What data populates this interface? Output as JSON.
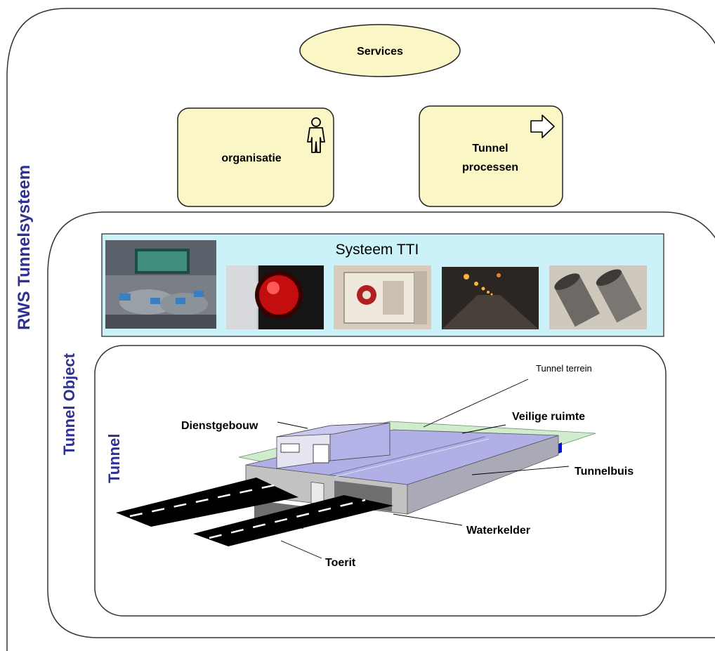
{
  "outer_frame": {
    "label": "RWS Tunnelsysteem"
  },
  "services": {
    "label": "Services"
  },
  "organisatie": {
    "label": "organisatie",
    "icon": "person-icon"
  },
  "tunnel_processen": {
    "line1": "Tunnel",
    "line2": "processen",
    "icon": "process-arrow-icon"
  },
  "tunnel_object_frame": {
    "label": "Tunnel Object"
  },
  "systeem_tti": {
    "title": "Systeem TTI",
    "photos": [
      "control-room-photo",
      "traffic-light-photo",
      "fire-hose-cabinet-photo",
      "tunnel-lighting-photo",
      "ventilation-pipes-photo"
    ]
  },
  "tunnel_frame": {
    "label": "Tunnel"
  },
  "tunnel_parts": {
    "tunnel_terrein": "Tunnel terrein",
    "dienstgebouw": "Dienstgebouw",
    "veilige_ruimte": "Veilige ruimte",
    "tunnelbuis": "Tunnelbuis",
    "waterkelder": "Waterkelder",
    "toerit": "Toerit"
  },
  "colors": {
    "frame_label": "#2e3192",
    "box_fill": "#fbf6c6",
    "tti_fill": "#ccf2f9",
    "tunnel_top": "#b0b0e6",
    "tunnel_side": "#c2c2c2",
    "water_layer": "#0014d8",
    "terrain": "#cfeccf"
  }
}
